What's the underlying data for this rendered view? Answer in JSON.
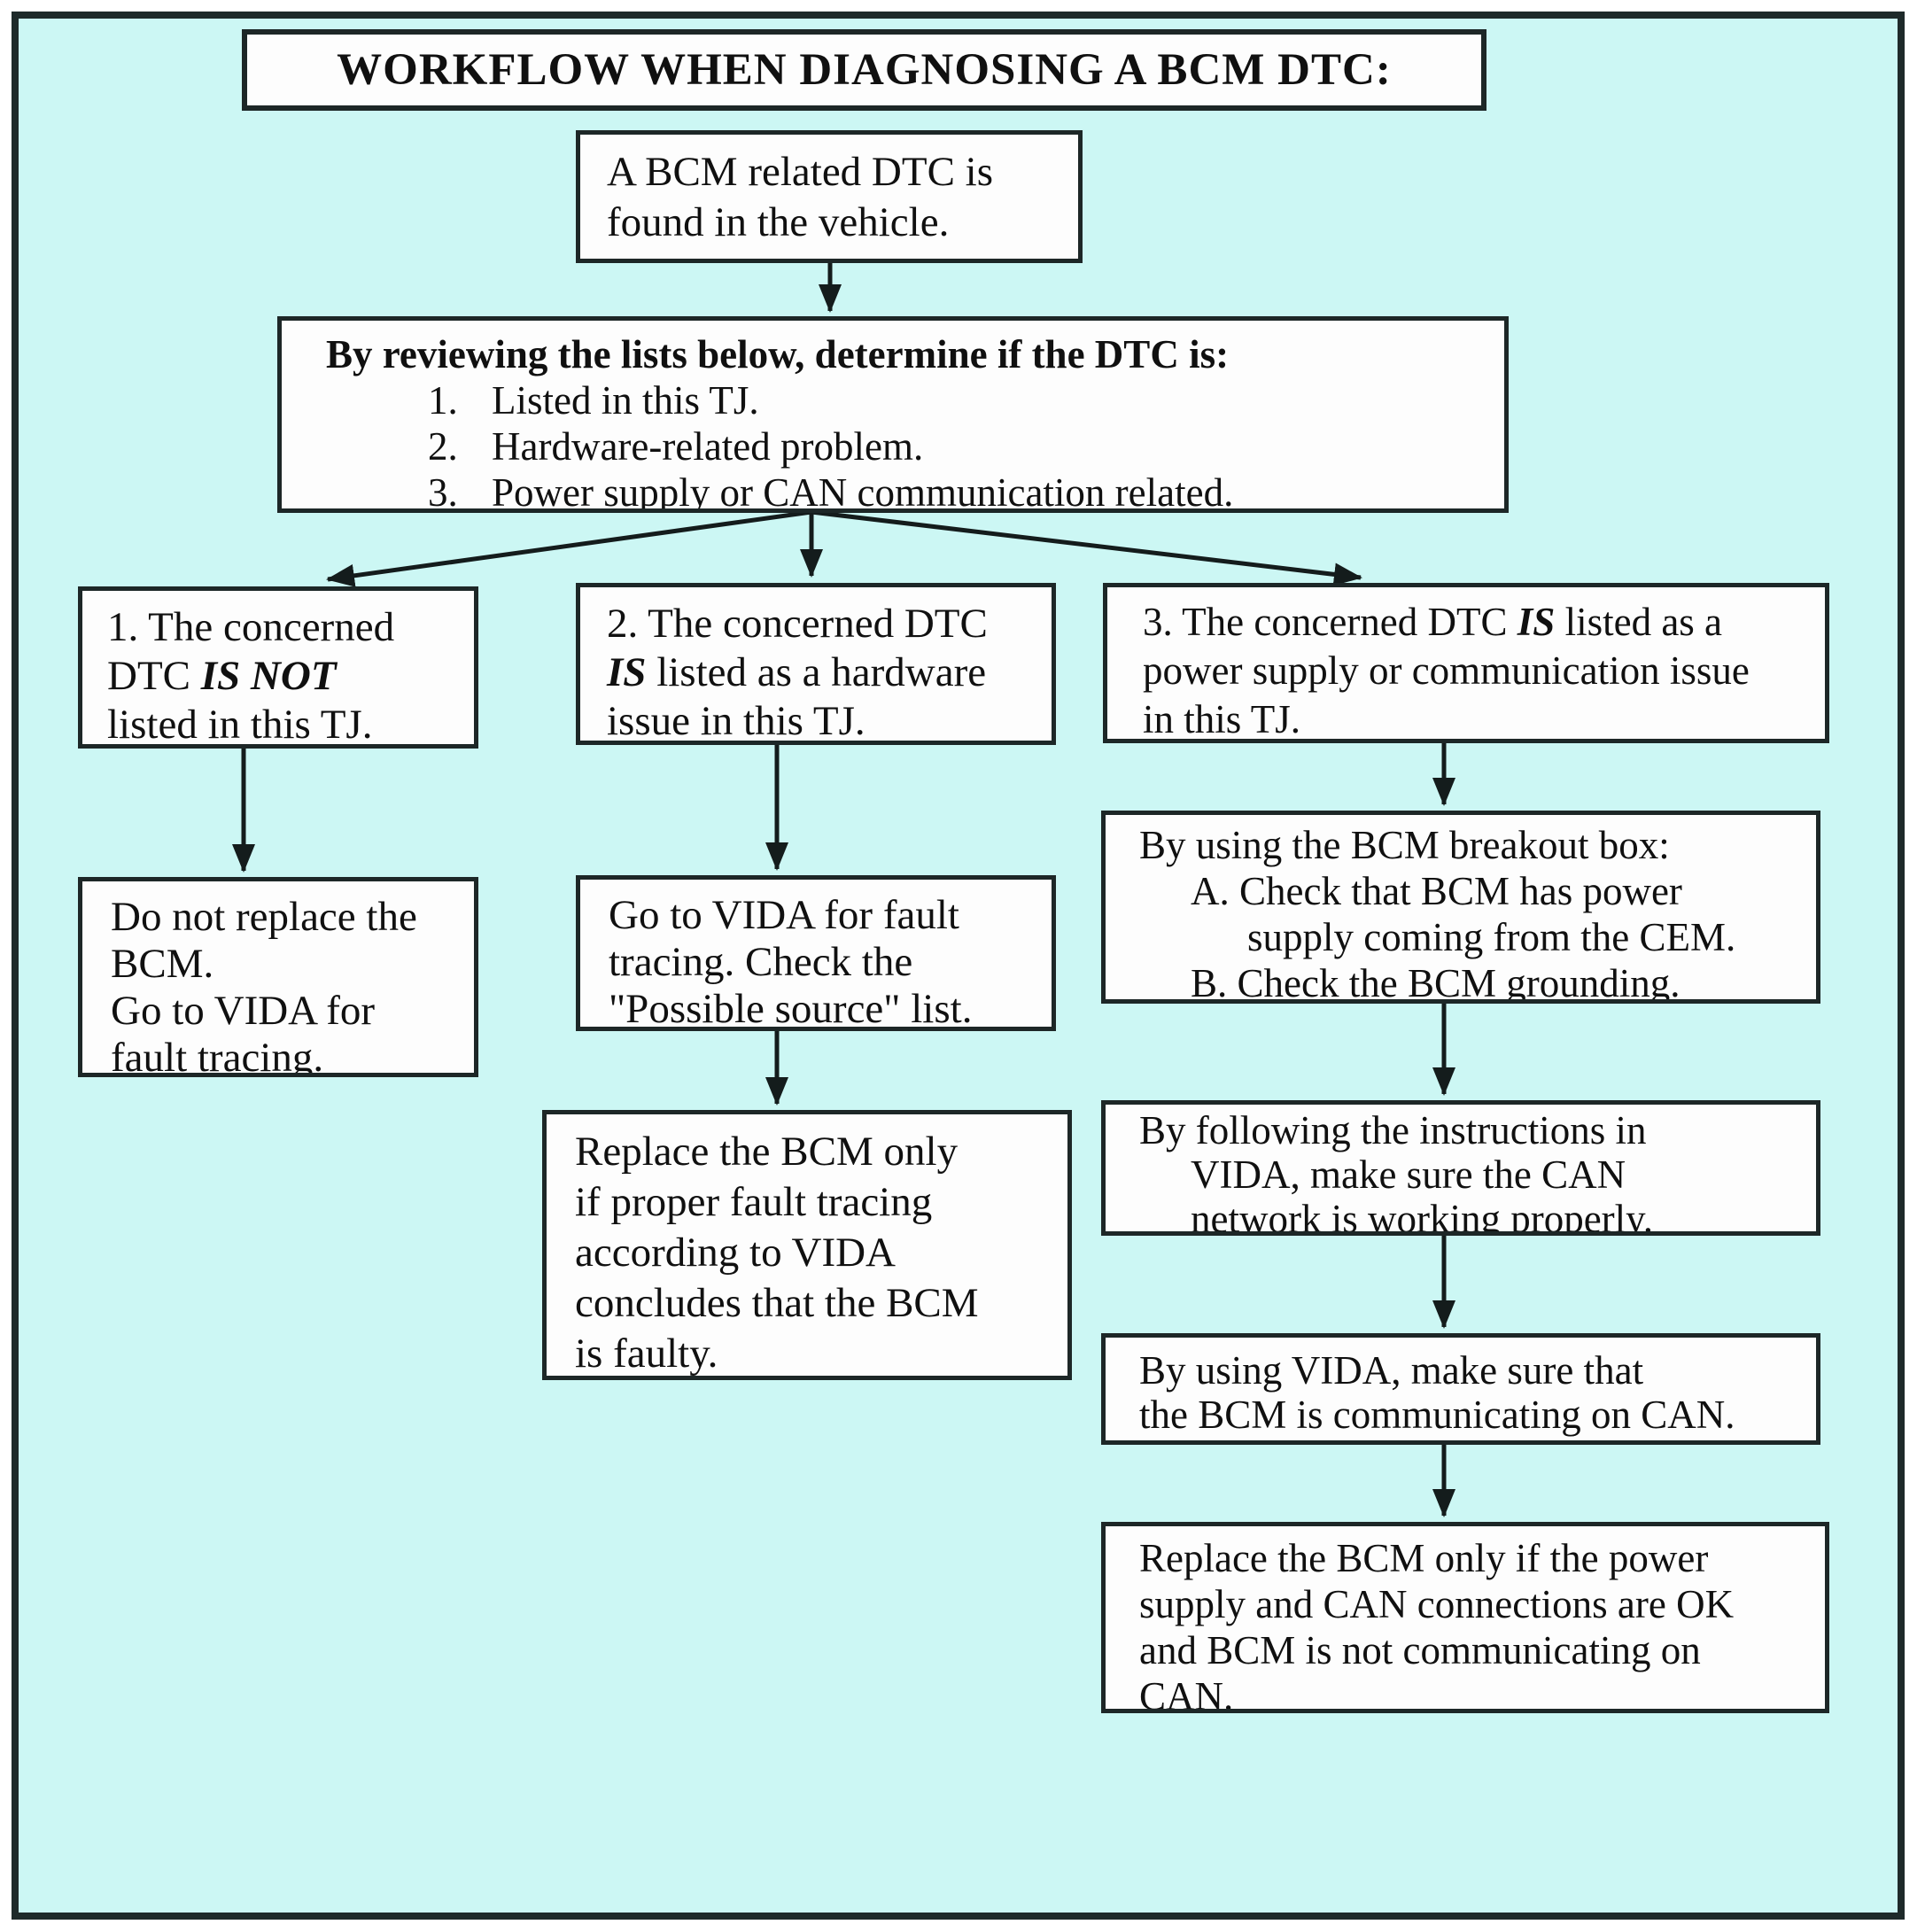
{
  "title": "WORKFLOW WHEN DIAGNOSING A BCM DTC:",
  "colors": {
    "background": "#ccf7f4",
    "box_fill": "#fdfdfd",
    "border": "#1d2727",
    "text": "#101010"
  },
  "start_box": {
    "text": "A BCM related DTC is\nfound in the vehicle."
  },
  "decision_box": {
    "header": "By reviewing the lists below, determine if the DTC is:",
    "items": [
      {
        "num": "1.",
        "text": "Listed in this TJ."
      },
      {
        "num": "2.",
        "text": "Hardware-related problem."
      },
      {
        "num": "3.",
        "text": "Power supply or CAN communication related."
      }
    ]
  },
  "branch1": {
    "case": {
      "line1": "1. The concerned",
      "line2_pre": "DTC ",
      "line2_em": "IS NOT",
      "line3": "listed in this TJ."
    },
    "step1": {
      "text": "Do not replace the\nBCM.\nGo to VIDA for\nfault tracing."
    }
  },
  "branch2": {
    "case": {
      "line1": "2. The concerned DTC",
      "line2_em": "IS",
      "line2_post": " listed as a hardware",
      "line3": "issue in this TJ."
    },
    "step1": {
      "text": "Go to VIDA for fault\ntracing. Check the\n\"Possible source\" list."
    },
    "step2": {
      "text": "Replace the BCM only\nif proper fault tracing\naccording to VIDA\nconcludes that the BCM\nis faulty."
    }
  },
  "branch3": {
    "case": {
      "line1_pre": "3. The concerned DTC ",
      "line1_em": "IS",
      "line1_post": " listed as a",
      "line2": "power supply or communication issue",
      "line3": "in this TJ."
    },
    "step1": {
      "lines": [
        "By using the BCM breakout box:",
        "A. Check that BCM has power",
        "supply coming from the CEM.",
        "B. Check the BCM grounding."
      ]
    },
    "step2": {
      "lines": [
        "By following the instructions in",
        "VIDA, make sure the CAN",
        "network is working properly."
      ]
    },
    "step3": {
      "text": "By using VIDA, make sure that\nthe BCM is communicating on CAN."
    },
    "step4": {
      "text": "Replace the BCM only if the power\nsupply and CAN connections are OK\nand BCM is not communicating on\nCAN."
    }
  }
}
